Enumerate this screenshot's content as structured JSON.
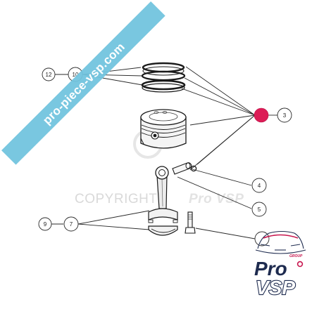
{
  "watermark": {
    "banner_text": "pro-piece-vsp.com",
    "copyright_text": "COPYRIGHT",
    "copyright_brand": "Pro VSP"
  },
  "callouts": {
    "c12": "12",
    "c10": "10",
    "c3": "3",
    "c4": "4",
    "c5": "5",
    "c9": "9",
    "c7": "7"
  },
  "logo": {
    "word1": "Pro",
    "word2": "VSP",
    "tag": "GROUP"
  },
  "colors": {
    "banner": "#72c4de",
    "highlight_dot": "#dc1c56",
    "logo_navy": "#1e2b4f",
    "logo_magenta": "#c8174f"
  }
}
